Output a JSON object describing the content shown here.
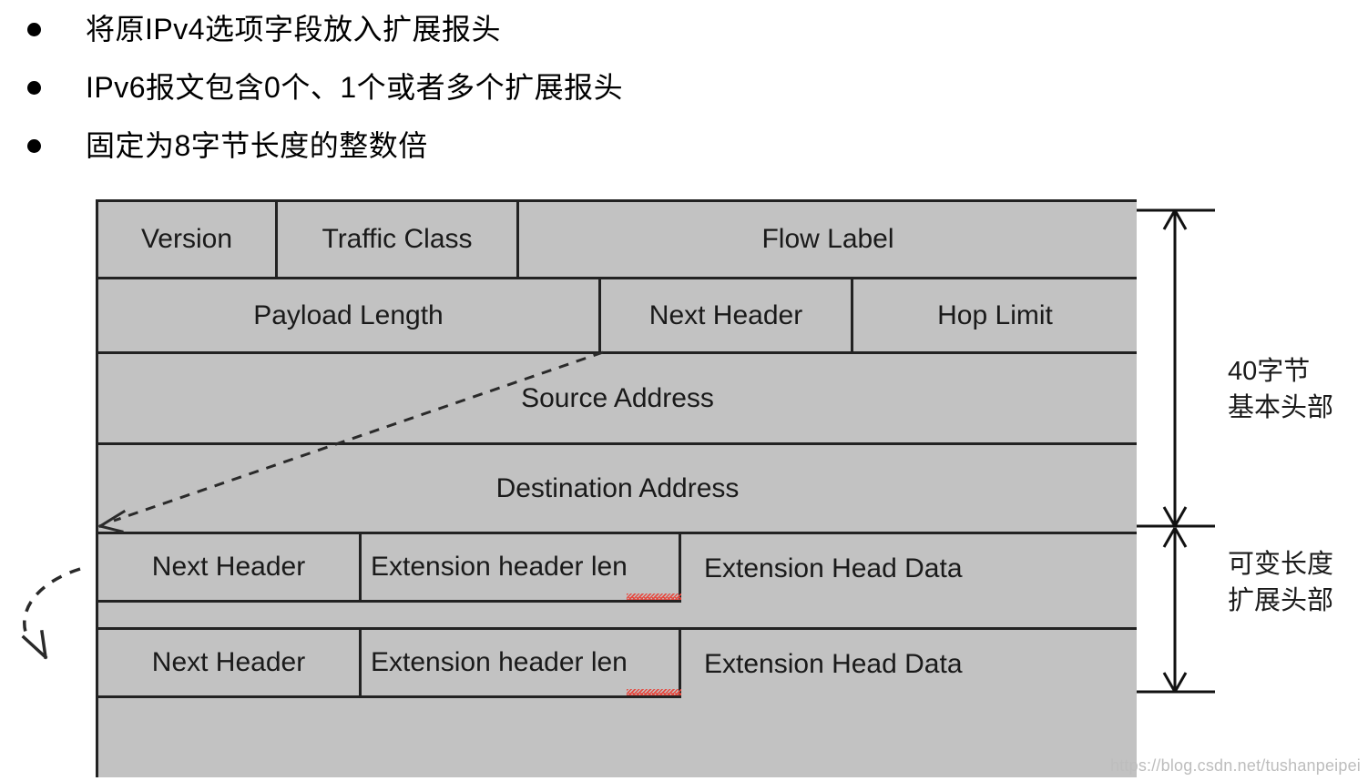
{
  "bullets": [
    {
      "text": "将原IPv4选项字段放入扩展报头"
    },
    {
      "text": "IPv6报文包含0个、1个或者多个扩展报头"
    },
    {
      "text": "固定为8字节长度的整数倍"
    }
  ],
  "packet_diagram": {
    "row_version": {
      "version": "Version",
      "traffic_class": "Traffic Class",
      "flow_label": "Flow Label"
    },
    "row_payload": {
      "payload_length": "Payload Length",
      "next_header": "Next Header",
      "hop_limit": "Hop Limit"
    },
    "row_source": {
      "label": "Source Address"
    },
    "row_destination": {
      "label": "Destination Address"
    },
    "extension_rows": [
      {
        "next_header": "Next Header",
        "ext_header_len": "Extension header len",
        "ext_head_data": "Extension Head Data"
      },
      {
        "next_header": "Next Header",
        "ext_header_len": "Extension header len",
        "ext_head_data": "Extension Head Data"
      }
    ]
  },
  "annotations": {
    "base_header": {
      "line1": "40字节",
      "line2": "基本头部"
    },
    "extension_header": {
      "line1": "可变长度",
      "line2": "扩展头部"
    }
  },
  "watermark": {
    "text": "https://blog.csdn.net/tushanpeipei"
  },
  "colors": {
    "cell_fill": "#c2c2c2",
    "border": "#222222",
    "spellcheck_underline": "#e8453c",
    "watermark": "#bdbdbd",
    "page_background": "#ffffff"
  }
}
